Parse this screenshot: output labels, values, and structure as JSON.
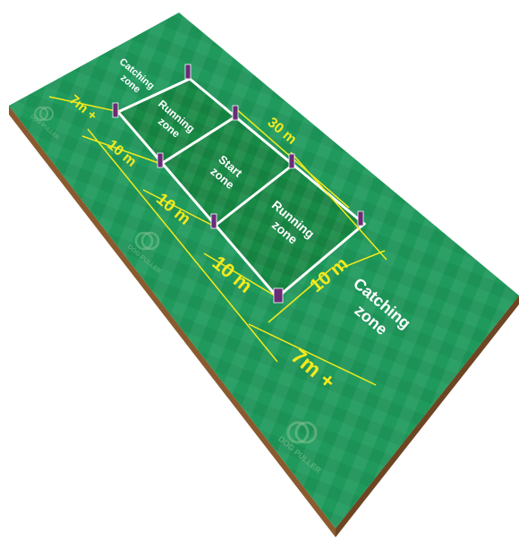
{
  "zones": {
    "catching_top": [
      "Catching",
      "zone"
    ],
    "running_upper": [
      "Running",
      "zone"
    ],
    "start": [
      "Start",
      "zone"
    ],
    "running_lower": [
      "Running",
      "zone"
    ],
    "catching_bottom": [
      "Catching",
      "zone"
    ]
  },
  "dimensions": {
    "top_catching": "7m +",
    "seg1": "10 m",
    "seg2": "10 m",
    "seg3": "10 m",
    "width": "30 m",
    "end_width": "10 m",
    "bottom_catching": "7m +"
  },
  "logo": {
    "text": "DOG PULLER"
  },
  "colors": {
    "field": "#1f9a5c",
    "field_dark": "#17834d",
    "lane": "#168a3f",
    "line": "#ffffff",
    "dim": "#f5ea1c",
    "edge": "#8a5a2e",
    "flag": "#6a2c77"
  }
}
